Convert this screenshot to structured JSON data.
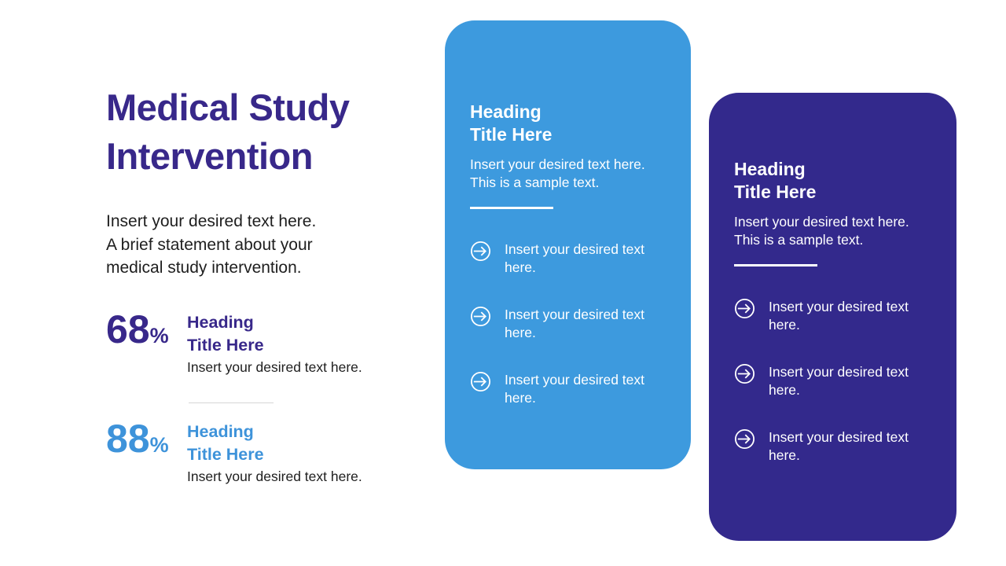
{
  "slide": {
    "title": "Medical Study Intervention",
    "description_lines": [
      "Insert your desired text here.",
      "A brief statement about your",
      "medical study intervention."
    ]
  },
  "stats": [
    {
      "value": "68",
      "unit": "%",
      "heading_line1": "Heading",
      "heading_line2": "Title Here",
      "description": "Insert your desired text here."
    },
    {
      "value": "88",
      "unit": "%",
      "heading_line1": "Heading",
      "heading_line2": "Title Here",
      "description": "Insert your desired text here."
    }
  ],
  "cards": [
    {
      "name": "blue-card",
      "heading_line1": "Heading",
      "heading_line2": "Title Here",
      "body_line1": "Insert your desired text here.",
      "body_line2": "This is a sample text.",
      "bullet_icon": "arrow-circle-right-icon",
      "items": [
        "Insert your desired text here.",
        "Insert your desired text here.",
        "Insert your desired text here."
      ]
    },
    {
      "name": "purple-card",
      "heading_line1": "Heading",
      "heading_line2": "Title Here",
      "body_line1": "Insert your desired text here.",
      "body_line2": "This is a sample text.",
      "bullet_icon": "arrow-circle-right-icon",
      "items": [
        "Insert your desired text here.",
        "Insert your desired text here.",
        "Insert your desired text here."
      ]
    }
  ],
  "colors": {
    "title_indigo": "#38288a",
    "stat_blue": "#3e93da",
    "card_blue": "#3d9ade",
    "card_purple": "#33298c",
    "body_text": "#1e1e1e",
    "divider_gray": "#d5d5d5",
    "card_text": "#ffffff"
  }
}
